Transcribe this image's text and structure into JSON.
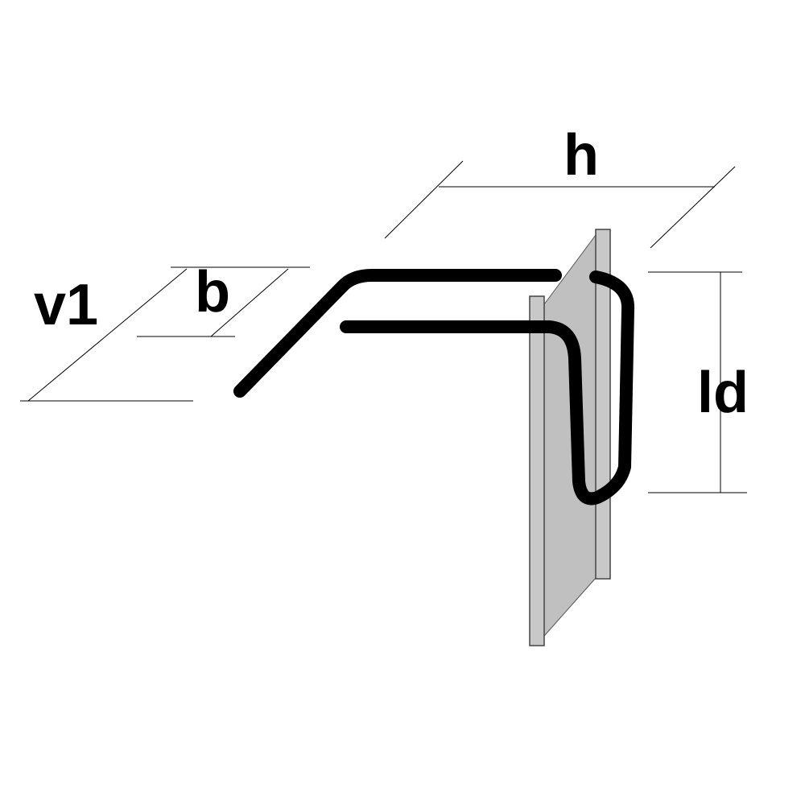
{
  "labels": {
    "h": "h",
    "v1": "v1",
    "b": "b",
    "ld": "ld"
  },
  "colors": {
    "plate": "#c0c0c0",
    "bar": "#000000"
  }
}
